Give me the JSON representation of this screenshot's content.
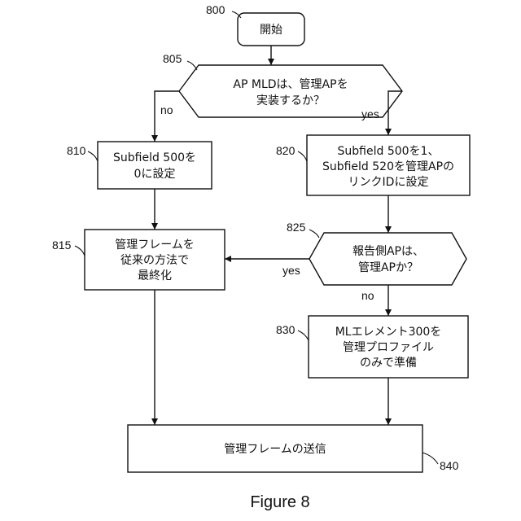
{
  "nodes": {
    "start": {
      "ref": "800",
      "lines": [
        "開始"
      ]
    },
    "d805": {
      "ref": "805",
      "lines": [
        "AP MLDは、管理APを",
        "実装するか？"
      ]
    },
    "b810": {
      "ref": "810",
      "lines": [
        "Subfield 500を",
        "0に設定"
      ]
    },
    "b820": {
      "ref": "820",
      "lines": [
        "Subfield 500を1、",
        "Subfield 520を管理APの",
        "リンクIDに設定"
      ]
    },
    "b815": {
      "ref": "815",
      "lines": [
        "管理フレームを",
        "従来の方法で",
        "最終化"
      ]
    },
    "d825": {
      "ref": "825",
      "lines": [
        "報告側APは、",
        "管理APか？"
      ]
    },
    "b830": {
      "ref": "830",
      "lines": [
        "MLエレメント300を",
        "管理プロファイル",
        "のみで準備"
      ]
    },
    "b840": {
      "ref": "840",
      "lines": [
        "管理フレームの送信"
      ]
    }
  },
  "edges": {
    "no_805": "no",
    "yes_805": "yes",
    "yes_825": "yes",
    "no_825": "no"
  },
  "caption": "Figure 8"
}
